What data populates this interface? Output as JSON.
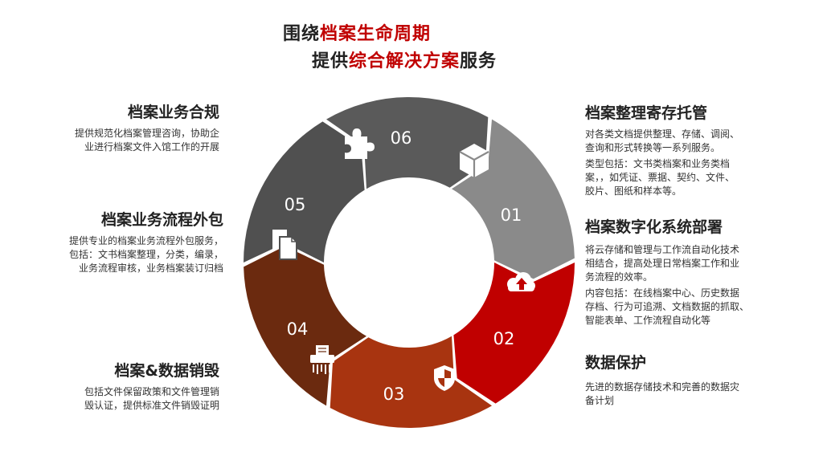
{
  "title": {
    "line1_pre": "围绕",
    "line1_hl": "档案生命周期",
    "line2_pre": "提供",
    "line2_hl": "综合解决方案",
    "line2_post": "服务"
  },
  "colors": {
    "highlight": "#c00000",
    "seg01": "#8a8a8a",
    "seg02": "#c00000",
    "seg03": "#a83410",
    "seg04": "#6b2a0f",
    "seg05": "#505050",
    "seg06": "#5a5a5a"
  },
  "segments": [
    {
      "num": "01",
      "icon": "box-icon"
    },
    {
      "num": "02",
      "icon": "cloud-upload-icon"
    },
    {
      "num": "03",
      "icon": "shield-icon"
    },
    {
      "num": "04",
      "icon": "shredder-icon"
    },
    {
      "num": "05",
      "icon": "documents-icon"
    },
    {
      "num": "06",
      "icon": "puzzle-icon"
    }
  ],
  "blocks": {
    "compliance": {
      "title": "档案业务合规",
      "text": [
        "提供规范化档案管理咨询，协助企",
        "业进行档案文件入馆工作的开展"
      ]
    },
    "outsourcing": {
      "title": "档案业务流程外包",
      "text": [
        "提供专业的档案业务流程外包服务，",
        "包括：文书档案整理，分类，编录，",
        "业务流程审核，业务档案装订归档"
      ]
    },
    "destruction": {
      "title": "档案&数据销毁",
      "text": [
        "包括文件保留政策和文件管理销",
        "毁认证，提供标准文件销毁证明"
      ]
    },
    "hosting": {
      "title": "档案整理寄存托管",
      "text1": [
        "对各类文档提供整理、存储、调阅、",
        "查询和形式转换等一系列服务。"
      ],
      "text2": [
        "类型包括：文书类档案和业务类档",
        "案，，如凭证、票据、契约、文件、",
        "胶片、图纸和样本等。"
      ]
    },
    "digital": {
      "title": "档案数字化系统部署",
      "text1": [
        "将云存储和管理与工作流自动化技术",
        "相结合，提高处理日常档案工作和业",
        "务流程的效率。"
      ],
      "text2": [
        "内容包括：在线档案中心、历史数据",
        "存档、行为可追溯、文档数据的抓取、",
        "智能表单、工作流程自动化等"
      ]
    },
    "protection": {
      "title": "数据保护",
      "text": [
        "先进的数据存储技术和完善的数据灾",
        "备计划"
      ]
    }
  }
}
